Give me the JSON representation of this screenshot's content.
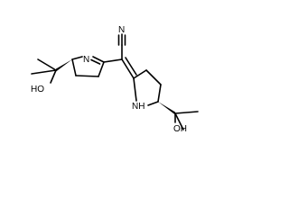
{
  "molecule": {
    "atoms": {
      "nitrile_n": "N",
      "ring1_n": "N",
      "ring2_nh": "NH",
      "hydroxyl_left": "HO",
      "hydroxyl_right": "OH"
    }
  }
}
